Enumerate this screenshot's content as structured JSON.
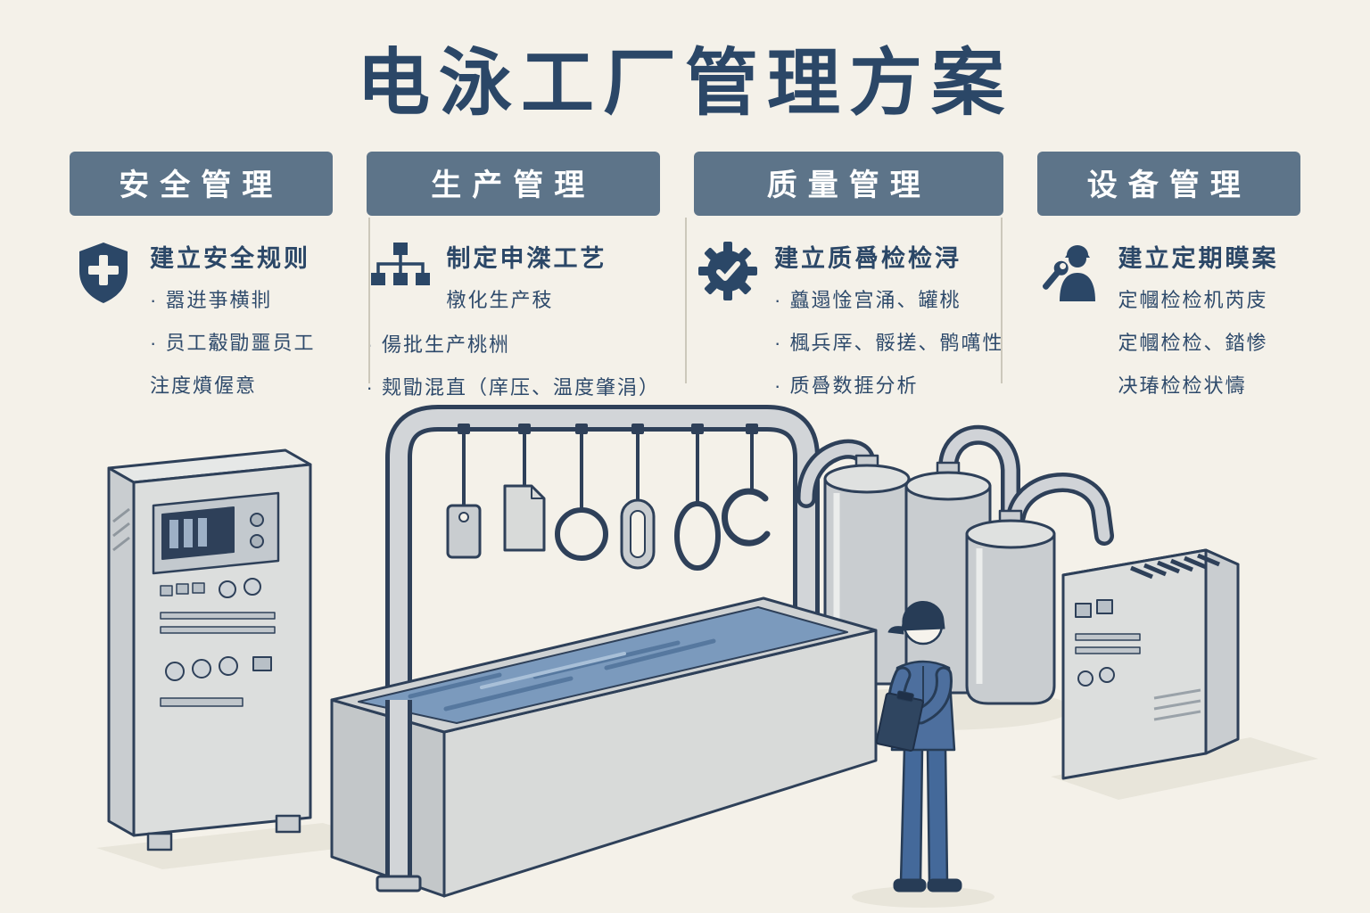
{
  "page": {
    "title": "电泳工厂管理方案",
    "background_color": "#f4f1e9",
    "title_color": "#2b4767",
    "header_band_color": "#5d7489",
    "text_color": "#2e4a6b"
  },
  "columns": [
    {
      "header": "安全管理",
      "icon": "shield-plus-icon",
      "title": "建立安全规则",
      "lines": [
        "· 嚣逬亊横剕",
        "· 员工觳勖噩员工",
        "注度燌偓意"
      ]
    },
    {
      "header": "生产管理",
      "icon": "flowchart-icon",
      "title": "制定申滐工艺",
      "subtitle": "橔化生产秓",
      "lines": [
        "· 偒批生产桃栦",
        "· 觌勖混直（庠压、温度肇涓）"
      ]
    },
    {
      "header": "质量管理",
      "icon": "gear-check-icon",
      "title": "建立质噕检检浔",
      "lines": [
        "· 蠤遢惍宫涌、罐桃",
        "· 楓兵厗、骽搓、鹘噧性",
        "· 质噕数捱分析"
      ]
    },
    {
      "header": "设备管理",
      "icon": "worker-icon",
      "title": "建立定期瞙案",
      "lines": [
        "定幗检检机芮庋",
        "定幗检检、錔惨",
        "决瑃检检状懤"
      ]
    }
  ],
  "illustration": {
    "caption": "电泳车间示意插图：控制柜、悬挂输送架、电泳槽、储罐与巡检工人",
    "machine_color": "#d8dad9",
    "outline_color": "#2e4059",
    "liquid_color": "#7b9abd",
    "worker_uniform_color": "#4d6f9e"
  }
}
